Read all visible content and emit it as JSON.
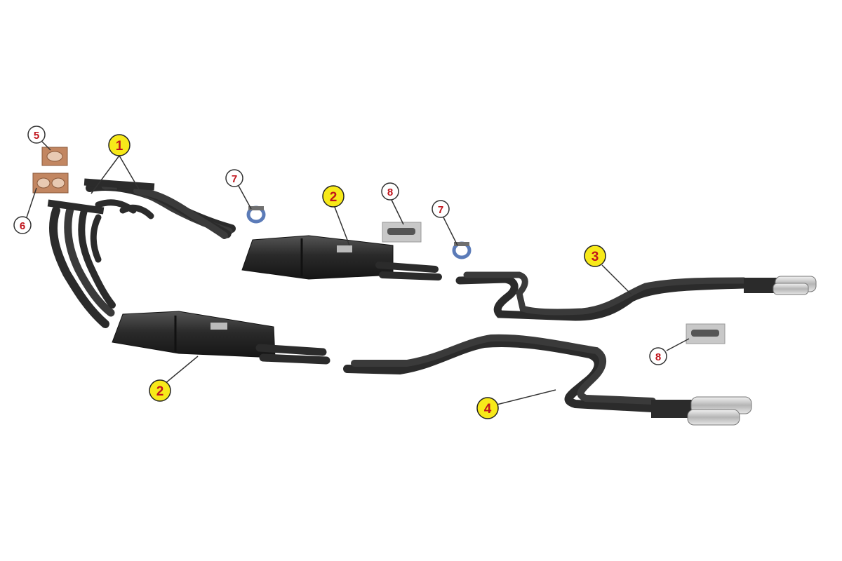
{
  "diagram": {
    "callouts": [
      {
        "id": "c1",
        "label": "1",
        "style": "primary"
      },
      {
        "id": "c2a",
        "label": "2",
        "style": "primary"
      },
      {
        "id": "c2b",
        "label": "2",
        "style": "primary"
      },
      {
        "id": "c3",
        "label": "3",
        "style": "primary"
      },
      {
        "id": "c4",
        "label": "4",
        "style": "primary"
      },
      {
        "id": "c5",
        "label": "5",
        "style": "accessory"
      },
      {
        "id": "c6",
        "label": "6",
        "style": "accessory"
      },
      {
        "id": "c7a",
        "label": "7",
        "style": "accessory"
      },
      {
        "id": "c7b",
        "label": "7",
        "style": "accessory"
      },
      {
        "id": "c8a",
        "label": "8",
        "style": "accessory"
      },
      {
        "id": "c8b",
        "label": "8",
        "style": "accessory"
      }
    ]
  },
  "colors": {
    "primary_fill": "#f7e91a",
    "primary_stroke": "#222222",
    "primary_text": "#c0141c",
    "accessory_fill": "#ffffff",
    "accessory_stroke": "#333333",
    "accessory_text": "#c0141c",
    "pipe": "#2b2b2b",
    "pipe_highlight": "#6a6a6a",
    "muffler": "#2e2e2e",
    "chrome": "#d7d7d7",
    "gasket": "#c9845a",
    "clamp": "#5b7bb8",
    "hanger_bg": "#c8c8c8"
  }
}
